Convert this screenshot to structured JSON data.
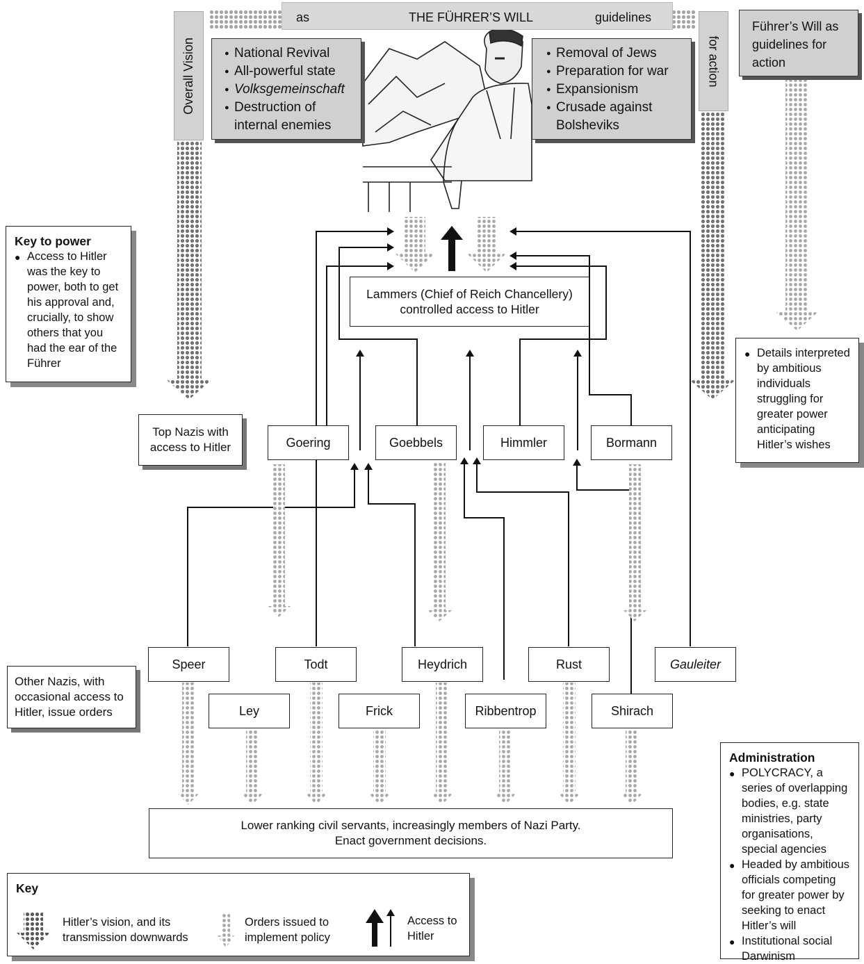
{
  "banner": {
    "left": "as",
    "center": "THE FÜHRER’S WILL",
    "right": "guidelines"
  },
  "overall_vision": "Overall Vision",
  "for_action": "for action",
  "will_box": "Führer’s Will as guidelines for action",
  "vision_left": [
    "National Revival",
    "All-powerful state",
    "Volksgemeinschaft",
    "Destruction of internal enemies"
  ],
  "vision_right": [
    "Removal of Jews",
    "Preparation for war",
    "Expansionism",
    "Crusade against Bolsheviks"
  ],
  "lammers": [
    "Lammers (Chief of Reich Chancellery)",
    "controlled access to Hitler"
  ],
  "key_to_power": {
    "title": "Key to power",
    "text": "Access to Hitler was the key to power, both to get his approval and, crucially, to show others that you had the ear of the Führer"
  },
  "details": "Details interpreted by ambitious individuals struggling for greater power anticipating Hitler’s wishes",
  "top_nazis_label": "Top Nazis with access to Hitler",
  "top_nazis": [
    "Goering",
    "Goebbels",
    "Himmler",
    "Bormann"
  ],
  "other_nazis_label": "Other Nazis, with occasional access to Hitler, issue orders",
  "other_nazis_row1": [
    "Speer",
    "Todt",
    "Heydrich",
    "Rust",
    "Gauleiter"
  ],
  "other_nazis_row2": [
    "Ley",
    "Frick",
    "Ribbentrop",
    "Shirach"
  ],
  "lower": [
    "Lower ranking civil servants, increasingly members of Nazi Party.",
    "Enact government decisions."
  ],
  "administration": {
    "title": "Administration",
    "items": [
      "POLYCRACY, a series of overlapping bodies, e.g. state ministries, party organisations, special agencies",
      "Headed by ambitious officials competing for greater power by seeking to enact Hitler’s will",
      "Institutional social Darwinism"
    ]
  },
  "key": {
    "title": "Key",
    "vision": "Hitler’s vision, and its transmission downwards",
    "orders": "Orders issued to implement policy",
    "access": "Access to Hitler"
  },
  "colors": {
    "dots_dark": "#5a5a5a",
    "dots_light": "#a8a8a8",
    "box_gray": "#d0d0d0"
  },
  "icons": [
    "hitler-illustration",
    "dotted-vision-arrow",
    "dotted-orders-arrow",
    "access-arrow"
  ]
}
